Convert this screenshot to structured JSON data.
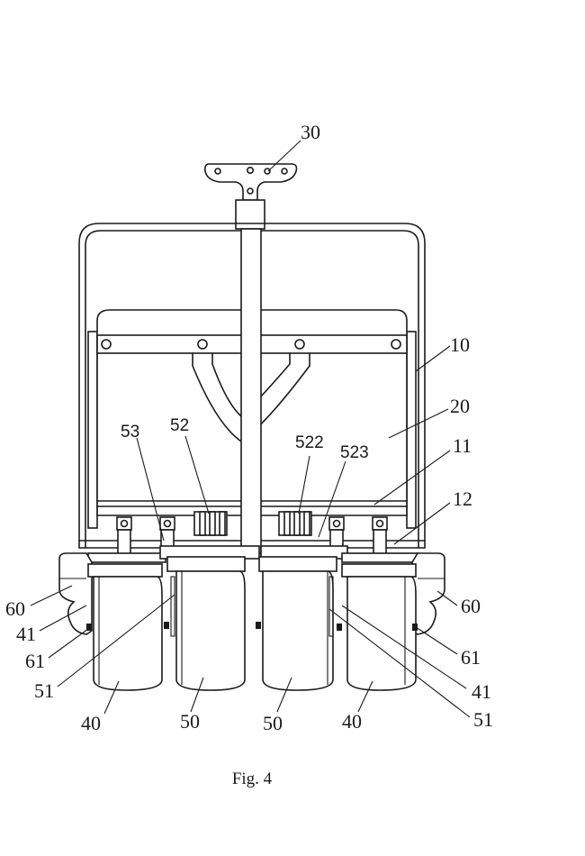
{
  "figure": {
    "caption": "Fig. 4",
    "labels": {
      "handle": "30",
      "frame": "10",
      "seat": "20",
      "frame_rail": "11",
      "cross_bar": "12",
      "latch": "52",
      "pin": "53",
      "latch_slot": "522",
      "latch_spring": "523",
      "outer_wheel_left": "40",
      "outer_wheel_right": "40",
      "inner_wheel_left": "50",
      "inner_wheel_right": "50",
      "bumper_left": "60",
      "bumper_right": "60",
      "outer_axle_left": "41",
      "outer_axle_right": "41",
      "inner_axle_left": "51",
      "inner_axle_right": "51",
      "bumper_bolt_left": "61",
      "bumper_bolt_right": "61"
    }
  }
}
